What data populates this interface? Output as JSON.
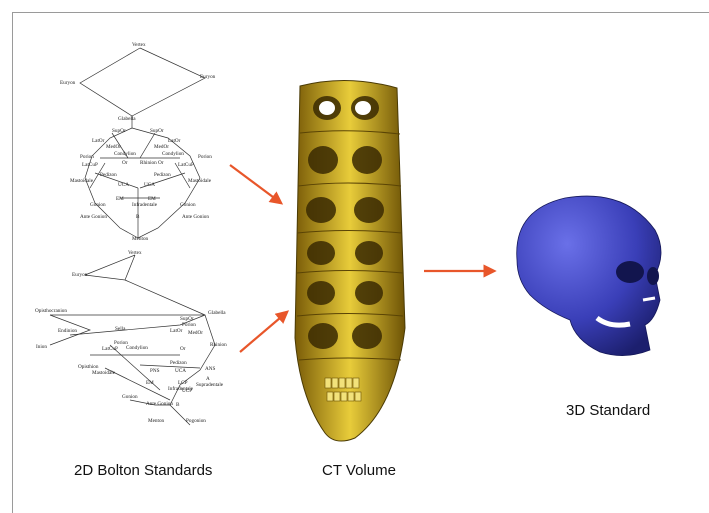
{
  "captions": {
    "bolton": "2D Bolton Standards",
    "ct": "CT Volume",
    "standard": "3D Standard"
  },
  "frontal_landmarks": [
    "Vertex",
    "Euryon",
    "Euryon",
    "Glabella",
    "SupOr",
    "SupOr",
    "LatOr",
    "LatOr",
    "MedOr",
    "MedOr",
    "Porion",
    "Porion",
    "Condylion",
    "Condylion",
    "Or",
    "Rhinion",
    "Or",
    "LatCuP",
    "LatCuP",
    "Mastoidale",
    "Mastoidale",
    "Pedizon",
    "Pedizon",
    "UCA",
    "UCA",
    "EM",
    "EM",
    "Infradentale",
    "Gonion",
    "Gonion",
    "Ante Gonion",
    "Ante Gonion",
    "B",
    "Menton"
  ],
  "lateral_landmarks": [
    "Vertex",
    "Euryon",
    "Glabella",
    "Opisthocranion",
    "Endinion",
    "Inion",
    "Sella",
    "SupOr",
    "LatOr",
    "MedOr",
    "Porion",
    "Porion",
    "LatCuP",
    "Condylion",
    "Rhinion",
    "Or",
    "Opisthion",
    "Mastoidale",
    "Pedizon",
    "PNS",
    "UCA",
    "ANS",
    "A",
    "EM",
    "LCP",
    "Supradentale",
    "Infradentale",
    "UCP",
    "Gonion",
    "Ante Gonion",
    "B",
    "Menton",
    "Pogonion"
  ],
  "colors": {
    "arrow": "#e8562a",
    "skull": "#3b3fb0",
    "ct": "#c9a81a",
    "lines": "#333333"
  }
}
